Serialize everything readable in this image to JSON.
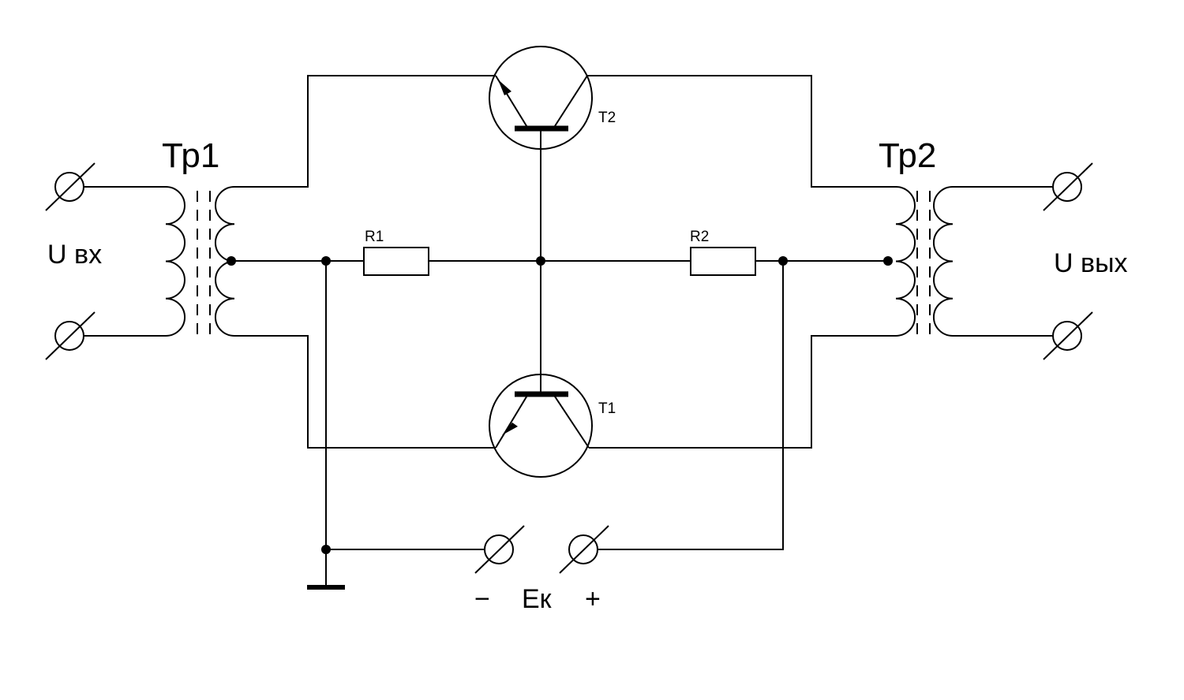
{
  "transformers": {
    "input": "Тр1",
    "output": "Тр2"
  },
  "transistors": {
    "upper": "T2",
    "lower": "T1"
  },
  "resistors": {
    "left": "R1",
    "right": "R2"
  },
  "terminals": {
    "input": "U вх",
    "output": "U вых"
  },
  "supply": {
    "minus": "−",
    "label": "Eк",
    "plus": "+"
  },
  "colors": {
    "stroke": "#000000",
    "background": "#ffffff"
  }
}
